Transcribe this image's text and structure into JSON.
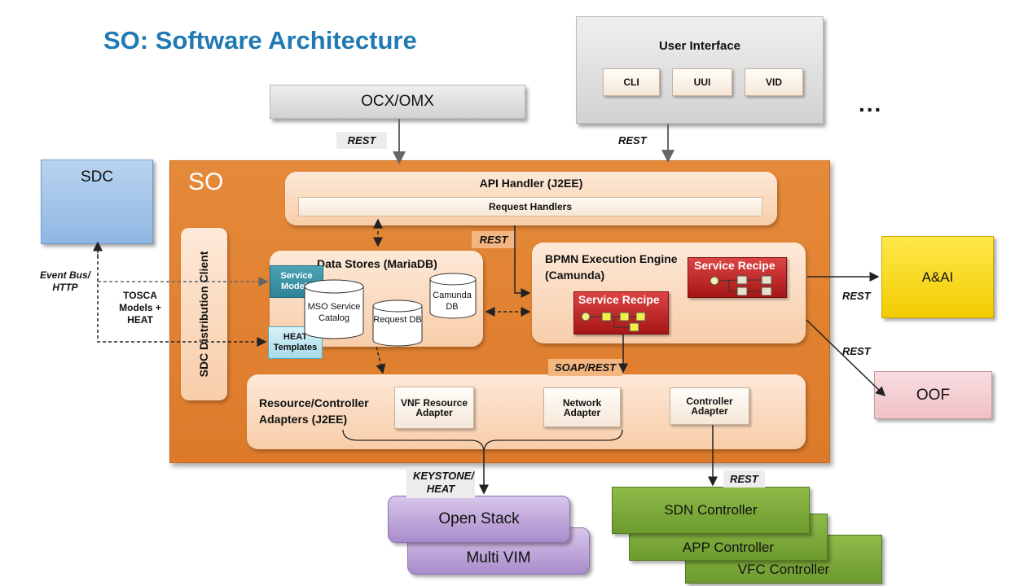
{
  "title": "SO: Software Architecture",
  "ellipsis": "...",
  "ocx": "OCX/OMX",
  "user_interface": {
    "title": "User Interface",
    "items": [
      "CLI",
      "UUI",
      "VID"
    ]
  },
  "sdc": "SDC",
  "so": "SO",
  "api_handler": {
    "title": "API Handler (J2EE)",
    "request_handlers": "Request Handlers"
  },
  "sdc_client": "SDC Distribution Client",
  "data_stores": {
    "title": "Data Stores (MariaDB)",
    "service_models": "Service Models",
    "heat_templates": "HEAT Templates",
    "mso_catalog": "MSO Service Catalog",
    "request_db": "Request DB",
    "camunda_db": "Camunda DB"
  },
  "bpmn": {
    "title": "BPMN Execution Engine (Camunda)",
    "recipe1": "Service Recipe",
    "recipe2": "Service Recipe"
  },
  "adapters": {
    "title": "Resource/Controller Adapters (J2EE)",
    "vnf": "VNF Resource Adapter",
    "network": "Network Adapter",
    "controller": "Controller Adapter"
  },
  "aai": "A&AI",
  "oof": "OOF",
  "openstack": "Open Stack",
  "multivim": "Multi VIM",
  "controllers": {
    "sdn": "SDN Controller",
    "app": "APP Controller",
    "vfc": "VFC Controller"
  },
  "labels": {
    "rest_ocx": "REST",
    "rest_ui": "REST",
    "rest_api": "REST",
    "rest_aai": "REST",
    "rest_oof": "REST",
    "rest_ctrl": "REST",
    "soap_rest": "SOAP/REST",
    "keystone": "KEYSTONE/ HEAT",
    "event_bus": "Event Bus/ HTTP",
    "tosca": "TOSCA Models + HEAT"
  },
  "colors": {
    "title": "#1f7ab3",
    "so": "#e0802f",
    "sdc": "#9cc3e8",
    "aai": "#f5d300",
    "oof": "#f3cdd2"
  }
}
